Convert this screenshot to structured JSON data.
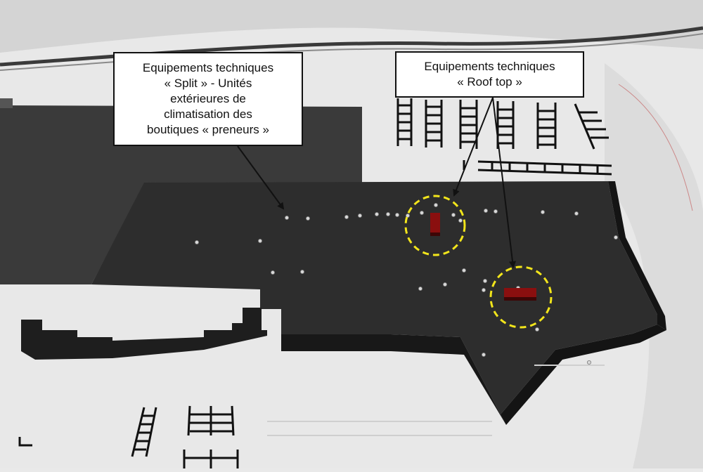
{
  "callouts": {
    "split": {
      "lines": [
        "Equipements techniques",
        "« Split » - Unités",
        "extérieures de",
        "climatisation des",
        "boutiques « preneurs »"
      ]
    },
    "rooftop": {
      "lines": [
        "Equipements techniques",
        "« Roof top »"
      ]
    }
  },
  "colors": {
    "background": "#e9e9e9",
    "roof": "#2d2d2d",
    "roof_edge": "#141414",
    "building_lower": "#3a3a3a",
    "rooftop_unit": "#8a0f0f",
    "highlight_circle": "#f2e51b",
    "callout_border": "#111111",
    "parking_lines": "#111111"
  },
  "icons": {
    "split_unit": "small-round-dot",
    "rooftop_unit": "red-rectangular-box",
    "highlight": "yellow-dashed-circle"
  }
}
